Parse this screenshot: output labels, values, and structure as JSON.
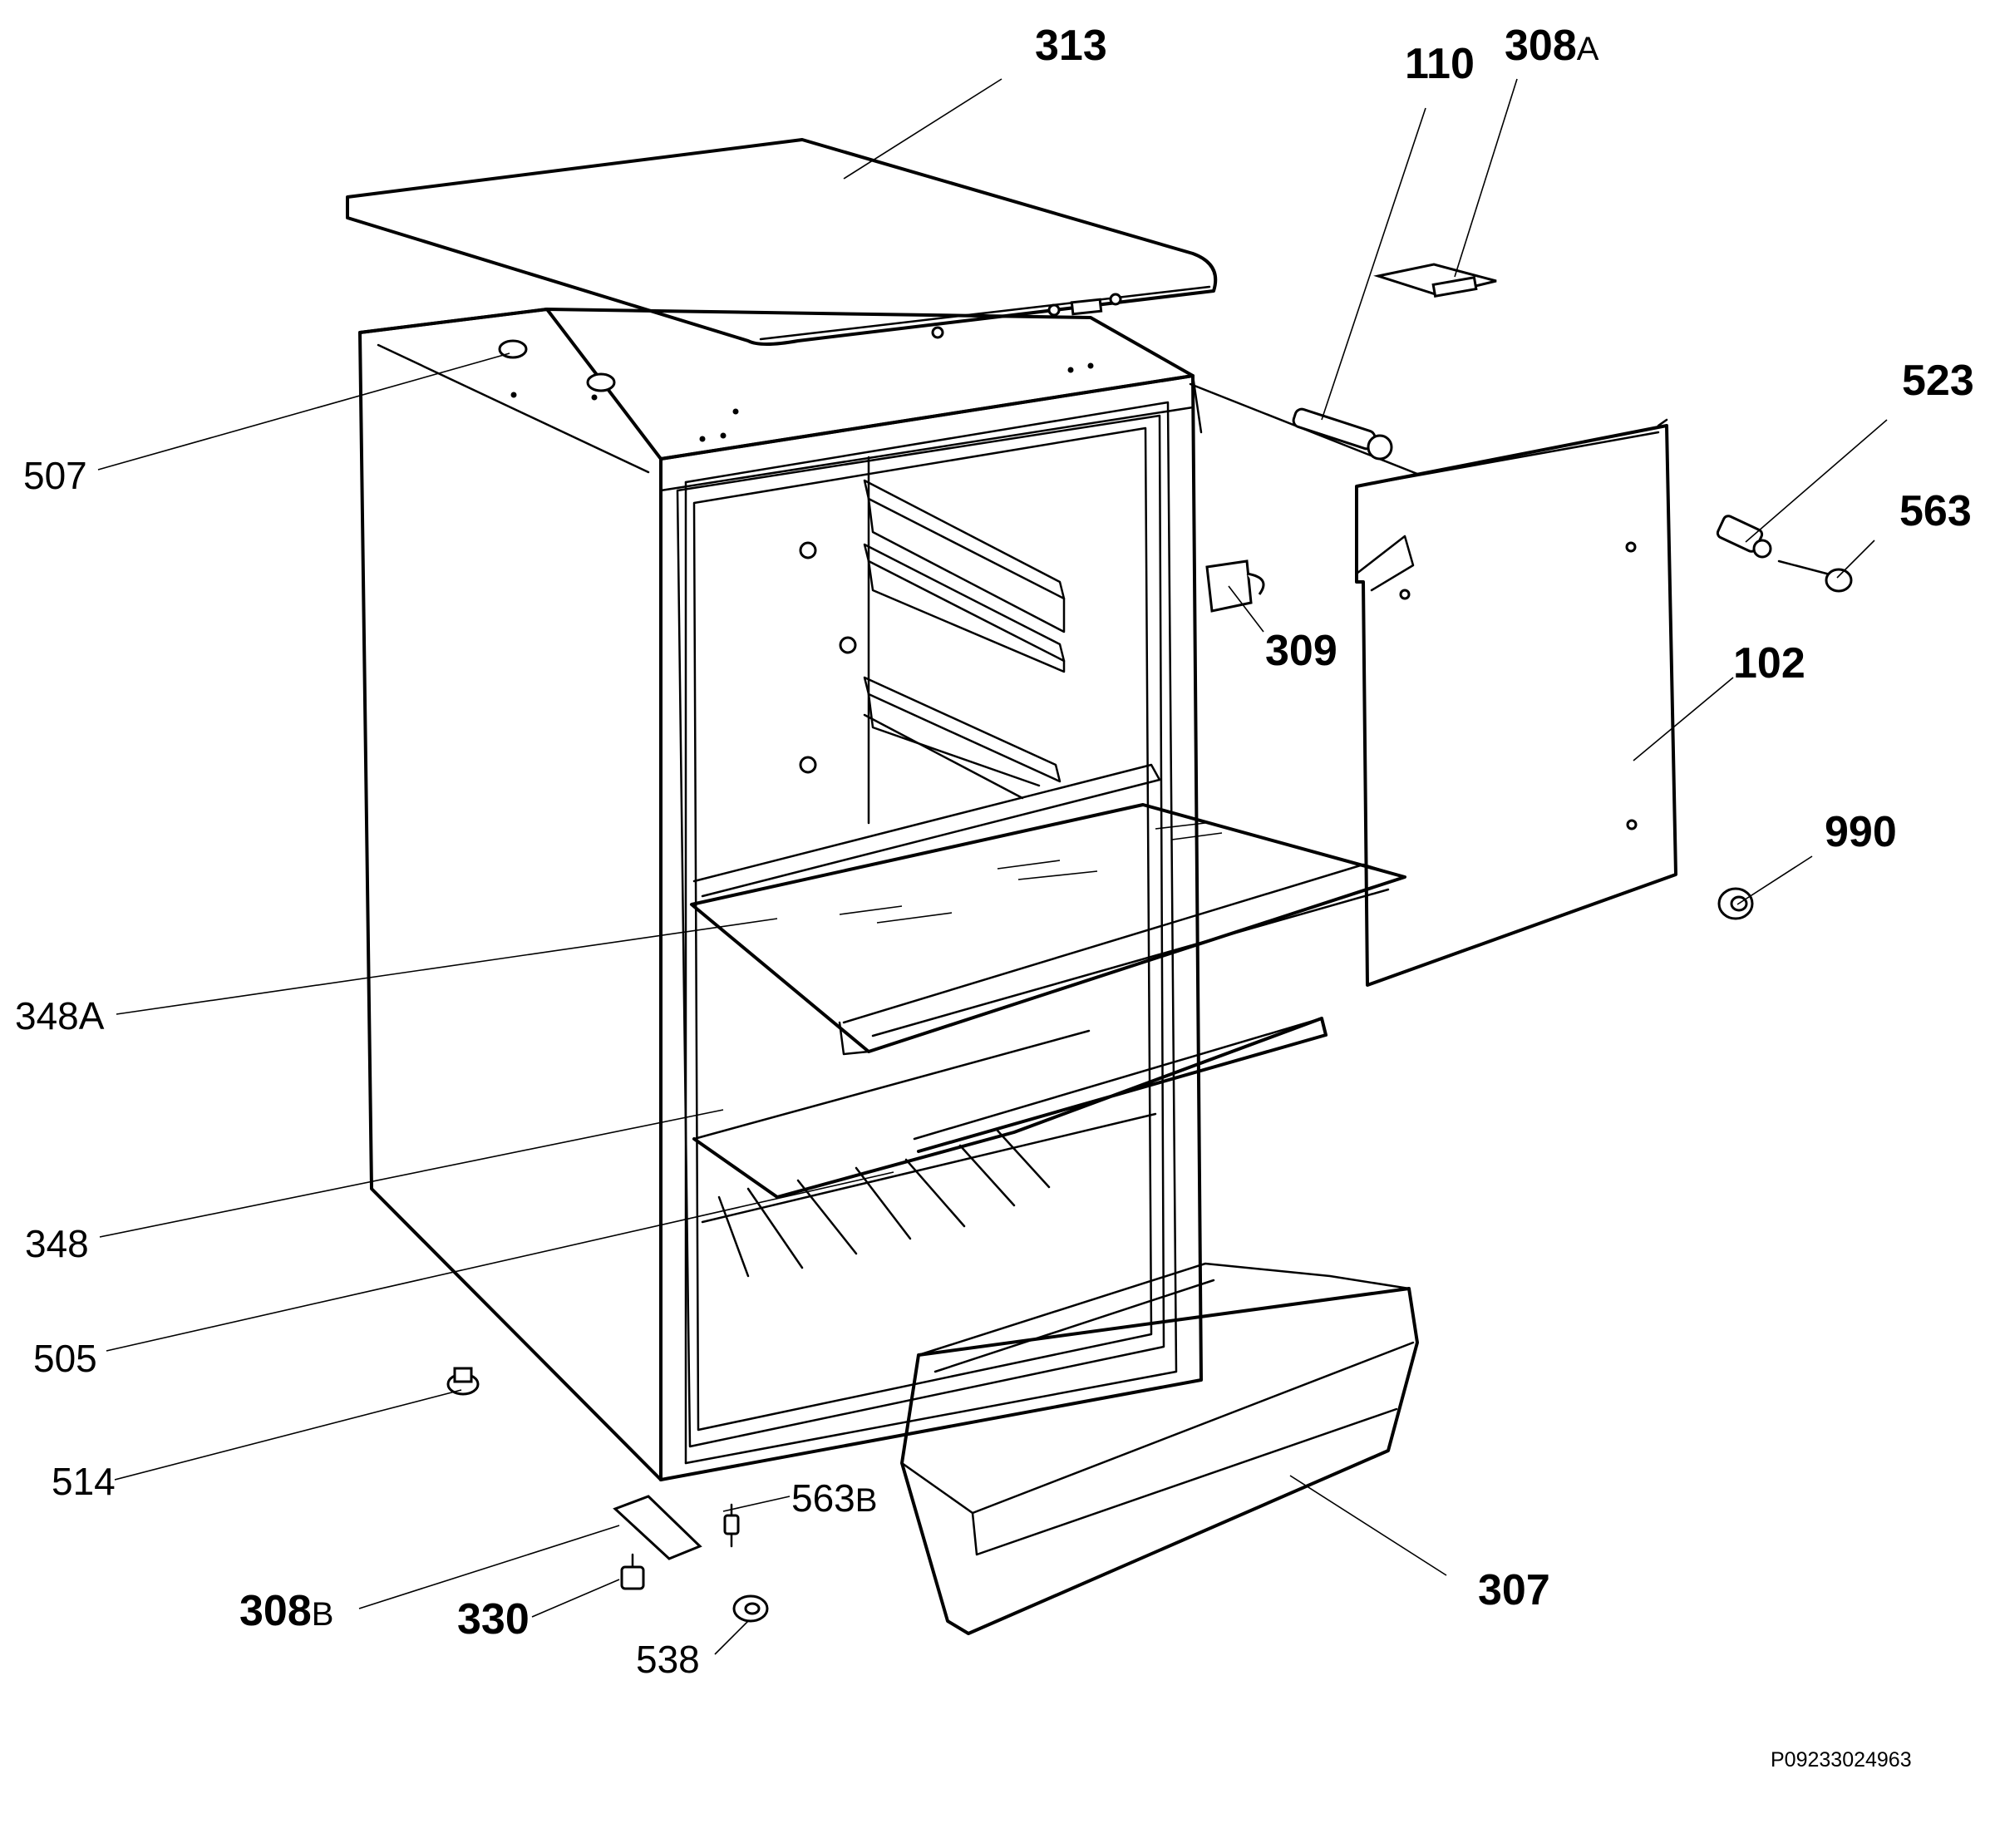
{
  "diagram": {
    "code": "P09233024963",
    "labels": {
      "l313": "313",
      "l110": "110",
      "l308a": "308",
      "l308a_s": "A",
      "l523": "523",
      "l563": "563",
      "l507": "507",
      "l309": "309",
      "l102": "102",
      "l990": "990",
      "l348a": "348A",
      "l348": "348",
      "l505": "505",
      "l514": "514",
      "l563b": "563",
      "l563b_s": "B",
      "l307": "307",
      "l308b": "308",
      "l308b_s": "B",
      "l330": "330",
      "l538": "538"
    }
  }
}
